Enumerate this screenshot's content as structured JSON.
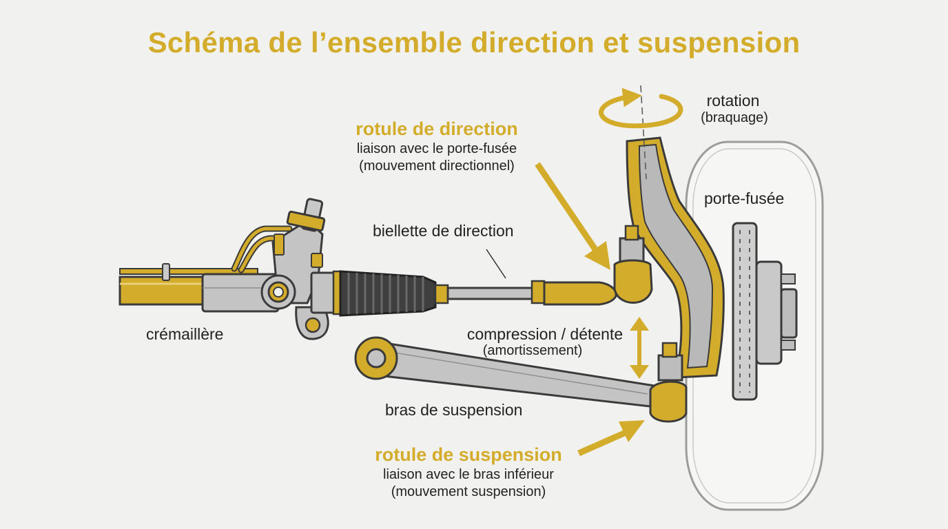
{
  "title": "Schéma de l’ensemble direction et suspension",
  "labels": {
    "rotule_direction": {
      "title": "rotule de direction",
      "line1": "liaison avec le porte-fusée",
      "line2": "(mouvement directionnel)"
    },
    "rotation": {
      "line1": "rotation",
      "line2": "(braquage)"
    },
    "porte_fusee": "porte-fusée",
    "biellette": "biellette de direction",
    "cremaillere": "crémaillère",
    "compression": {
      "line1": "compression / détente",
      "line2": "(amortissement)"
    },
    "bras": "bras de suspension",
    "rotule_suspension": {
      "title": "rotule de suspension",
      "line1": "liaison avec le bras inférieur",
      "line2": "(mouvement suspension)"
    }
  },
  "colors": {
    "accent": "#d4ac2b",
    "metal": "#b8b8b8",
    "outline": "#3a3a3a",
    "background": "#f1f1ef"
  }
}
